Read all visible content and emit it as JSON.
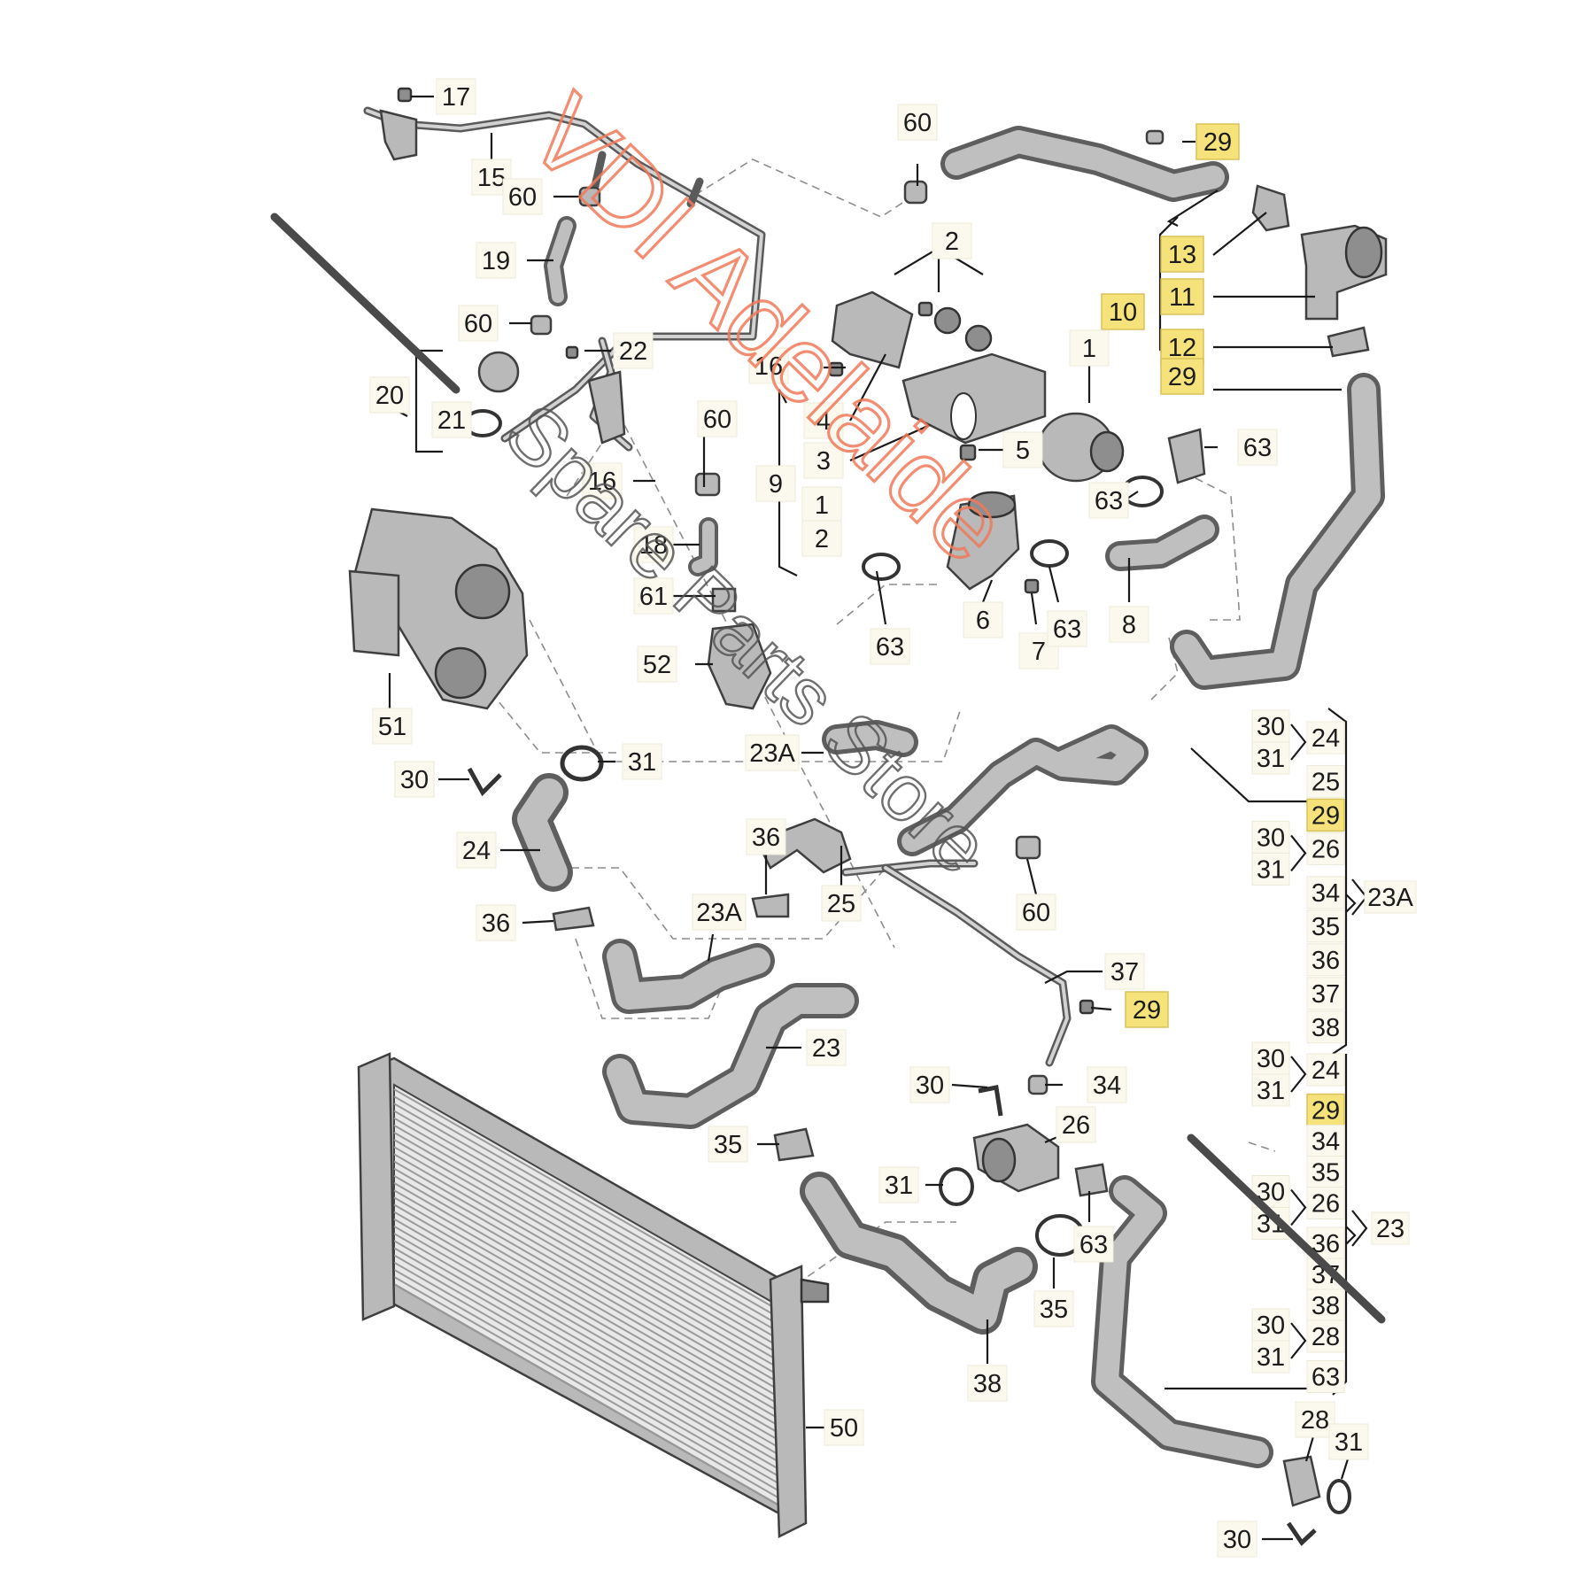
{
  "diagram": {
    "labels": [
      {
        "id": "l17",
        "text": "17"
      },
      {
        "id": "l15",
        "text": "15"
      },
      {
        "id": "l60a",
        "text": "60"
      },
      {
        "id": "l19",
        "text": "19"
      },
      {
        "id": "l60b",
        "text": "60"
      },
      {
        "id": "l22",
        "text": "22"
      },
      {
        "id": "l20",
        "text": "20"
      },
      {
        "id": "l21",
        "text": "21"
      },
      {
        "id": "l60c",
        "text": "60"
      },
      {
        "id": "l2top",
        "text": "2"
      },
      {
        "id": "l29a",
        "text": "29",
        "highlight": true
      },
      {
        "id": "l13",
        "text": "13",
        "highlight": true
      },
      {
        "id": "l10",
        "text": "10",
        "highlight": true
      },
      {
        "id": "l11",
        "text": "11",
        "highlight": true
      },
      {
        "id": "l12",
        "text": "12",
        "highlight": true
      },
      {
        "id": "l29b",
        "text": "29",
        "highlight": true
      },
      {
        "id": "l1top",
        "text": "1"
      },
      {
        "id": "l16a",
        "text": "16"
      },
      {
        "id": "l4",
        "text": "4"
      },
      {
        "id": "l3",
        "text": "3"
      },
      {
        "id": "l5",
        "text": "5"
      },
      {
        "id": "l63a",
        "text": "63"
      },
      {
        "id": "l60d",
        "text": "60"
      },
      {
        "id": "l9",
        "text": "9"
      },
      {
        "id": "l1",
        "text": "1"
      },
      {
        "id": "l2",
        "text": "2"
      },
      {
        "id": "l16b",
        "text": "16"
      },
      {
        "id": "l63b",
        "text": "63"
      },
      {
        "id": "l18",
        "text": "18"
      },
      {
        "id": "l61",
        "text": "61"
      },
      {
        "id": "l52",
        "text": "52"
      },
      {
        "id": "l63c",
        "text": "63"
      },
      {
        "id": "l6",
        "text": "6"
      },
      {
        "id": "l7",
        "text": "7"
      },
      {
        "id": "l63d",
        "text": "63"
      },
      {
        "id": "l8",
        "text": "8"
      },
      {
        "id": "l51",
        "text": "51"
      },
      {
        "id": "l30a",
        "text": "30"
      },
      {
        "id": "l31a",
        "text": "31"
      },
      {
        "id": "l23Aa",
        "text": "23A"
      },
      {
        "id": "l24",
        "text": "24"
      },
      {
        "id": "l36a",
        "text": "36"
      },
      {
        "id": "l25",
        "text": "25"
      },
      {
        "id": "l60e",
        "text": "60"
      },
      {
        "id": "l36b",
        "text": "36"
      },
      {
        "id": "l23Ab",
        "text": "23A"
      },
      {
        "id": "l37",
        "text": "37"
      },
      {
        "id": "l29c",
        "text": "29",
        "highlight": true
      },
      {
        "id": "l23",
        "text": "23"
      },
      {
        "id": "l30b",
        "text": "30"
      },
      {
        "id": "l34",
        "text": "34"
      },
      {
        "id": "l35a",
        "text": "35"
      },
      {
        "id": "l26",
        "text": "26"
      },
      {
        "id": "l31b",
        "text": "31"
      },
      {
        "id": "l63e",
        "text": "63"
      },
      {
        "id": "l35b",
        "text": "35"
      },
      {
        "id": "l38",
        "text": "38"
      },
      {
        "id": "l50",
        "text": "50"
      },
      {
        "id": "l28",
        "text": "28"
      },
      {
        "id": "l31c",
        "text": "31"
      },
      {
        "id": "l30c",
        "text": "30"
      }
    ],
    "legend": {
      "group_a": [
        {
          "left": [
            "30",
            "31"
          ],
          "right": "24"
        },
        {
          "single": "25"
        },
        {
          "single": "29",
          "highlight": true
        },
        {
          "left": [
            "30",
            "31"
          ],
          "right": "26"
        },
        {
          "single": "34"
        },
        {
          "single": "35"
        },
        {
          "single": "36"
        },
        {
          "single": "37"
        },
        {
          "single": "38"
        }
      ],
      "group_a_label": "23A",
      "group_b": [
        {
          "left": [
            "30",
            "31"
          ],
          "right": "24"
        },
        {
          "single": "29",
          "highlight": true
        },
        {
          "single": "34"
        },
        {
          "single": "35"
        },
        {
          "left": [
            "30",
            "31"
          ],
          "right": "26"
        },
        {
          "single": "36"
        },
        {
          "single": "37"
        },
        {
          "single": "38"
        },
        {
          "left": [
            "30",
            "31"
          ],
          "right": "28"
        },
        {
          "single": "63"
        }
      ],
      "group_b_label": "23"
    },
    "watermark": {
      "line1": "VDI Adelaide",
      "line2": "Spare Parts Store"
    },
    "colors": {
      "highlight": "#f5e27a",
      "label_bg": "#fbf9ee",
      "watermark_orange": "#f07a5a"
    }
  }
}
